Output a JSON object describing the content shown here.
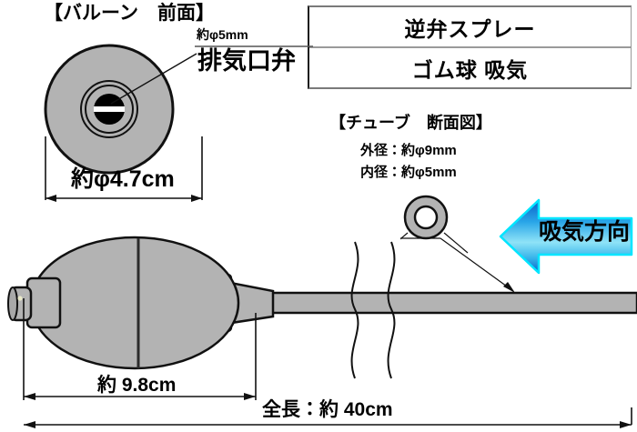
{
  "headings": {
    "balloon": "【バルーン　前面】",
    "tube": "【チューブ　断面図】"
  },
  "title_box": {
    "line1": "逆弁スプレー",
    "line2": "ゴム球 吸気"
  },
  "balloon_view": {
    "valve_diameter": "約φ5mm",
    "valve_name": "排気口弁",
    "outer_diameter": "約φ4.7cm"
  },
  "tube_section": {
    "outer_diameter": "外径：約φ9mm",
    "inner_diameter": "内径：約φ5mm"
  },
  "flow_arrow": {
    "label": "吸気方向",
    "direction": "left"
  },
  "dimensions": {
    "bulb_length": "約 9.8cm",
    "total_length": "全長：約 40cm"
  },
  "colors": {
    "part_fill": "#b3b3b3",
    "part_outline": "#1a1a1a",
    "arrow_light": "#7fdcf5",
    "arrow_dark": "#0a5fc8",
    "arrow_edge": "#00e5ff",
    "box_border": "#8c8c8c"
  }
}
